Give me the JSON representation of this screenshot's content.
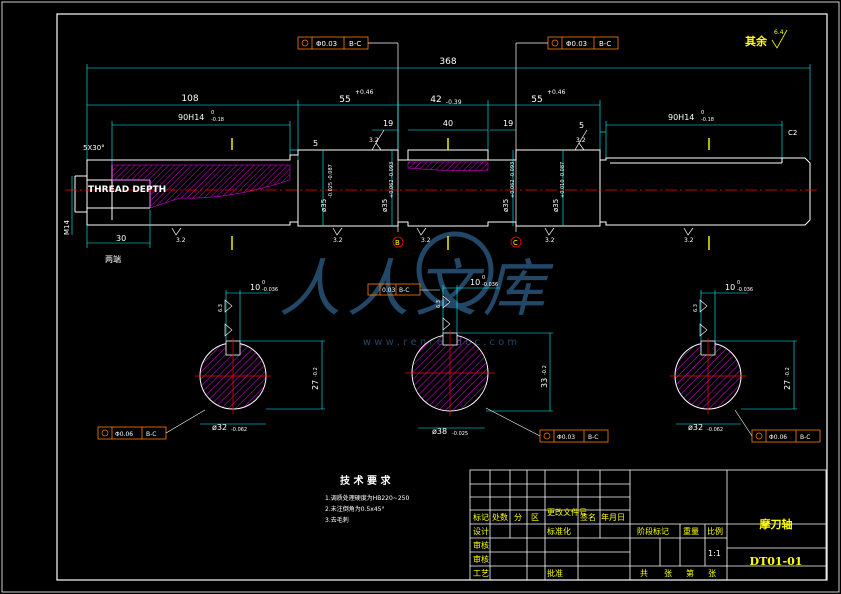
{
  "colors": {
    "background": "#000000",
    "outline": "#ffffff",
    "dimension": "#00ffff",
    "centerline": "#ff0000",
    "hatch": "#ff00ff",
    "text_yellow": "#ffff00",
    "feature_frame": "#ff8000",
    "watermark": "#2f5f8a"
  },
  "surface_note": {
    "label": "其余",
    "roughness": "6.4"
  },
  "dimensions": {
    "overall_length": "368",
    "left_length": "108",
    "left_fit_prefix": "90H14",
    "left_fit_tol": "-0.18",
    "left_fit_tol_upper": "0",
    "sec2_length": "55",
    "sec2_tol": "+0.46",
    "sec3_length": "42",
    "sec3_tol": "-0.39",
    "sec4_length": "55",
    "sec4_tol": "+0.46",
    "right_fit_prefix": "90H14",
    "right_fit_tol": "-0.18",
    "right_fit_tol_upper": "0",
    "step_5a": "5",
    "step_19a": "19",
    "step_40": "40",
    "step_19b": "19",
    "step_5b": "5",
    "chamfer_left": "5X30°",
    "chamfer_right": "C2",
    "thread_len": "30",
    "thread": "M14",
    "diam_a": "ø35",
    "diam_a_tol": "-0.025 -0.087",
    "diam_b": "ø35",
    "diam_b_tol": "+0.062 -0.093",
    "diam_c": "ø35",
    "diam_c_tol": "+0.062 -0.093",
    "diam_d": "ø35",
    "diam_d_tol": "+0.010 -0.087",
    "thread_note": "THREAD DEPTH",
    "rough": "3.2",
    "datum_b": "B",
    "datum_c": "C",
    "end_note": "两端"
  },
  "fcf": {
    "top_left": {
      "value": "Φ0.03",
      "datum": "B-C"
    },
    "top_right": {
      "value": "Φ0.03",
      "datum": "B-C"
    },
    "mid_center": {
      "value": "0.03",
      "datum": "B-C"
    },
    "sec_left": {
      "value": "Φ0.06",
      "datum": "B-C"
    },
    "sec_center": {
      "value": "Φ0.03",
      "datum": "B-C"
    },
    "sec_right": {
      "value": "Φ0.06",
      "datum": "B-C"
    }
  },
  "sections": {
    "left": {
      "key_width": "10",
      "key_width_tol": "-0.036",
      "key_width_tol_upper": "0",
      "depth": "27",
      "depth_tol": "-0.2",
      "diameter": "ø32",
      "diameter_tol": "-0.062",
      "rough": "6.3"
    },
    "center": {
      "key_width": "10",
      "key_width_tol": "-0.036",
      "key_width_tol_upper": "0",
      "depth": "33",
      "depth_tol": "-0.2",
      "diameter": "ø38",
      "diameter_tol": "-0.025",
      "rough": "6.3"
    },
    "right": {
      "key_width": "10",
      "key_width_tol": "-0.036",
      "key_width_tol_upper": "0",
      "depth": "27",
      "depth_tol": "-0.2",
      "diameter": "ø32",
      "diameter_tol": "-0.062",
      "rough": "6.3"
    }
  },
  "tech_req": {
    "title": "技 术 要 求",
    "items": [
      "1.调质处理硬度为HB220~250",
      "2.未注倒角为0.5x45°",
      "3.去毛刺"
    ]
  },
  "title_block": {
    "part_name": "摩刀轴",
    "drawing_no": "DT01-01",
    "scale": "1:1",
    "row_headers": [
      "标记",
      "处数",
      "分",
      "区",
      "更改文件号",
      "签名",
      "年月日"
    ],
    "design": "设计",
    "standardize": "标准化",
    "check": "审核",
    "review": "审核",
    "process": "工艺",
    "approve": "批准",
    "stage_mark": "阶段标记",
    "weight": "重量",
    "scale_label": "比例",
    "sheets": [
      "共",
      "张",
      "第",
      "张"
    ]
  },
  "watermark": {
    "cn": "人人文库",
    "url": "w w w . r e n r e n d o c . c o m"
  }
}
